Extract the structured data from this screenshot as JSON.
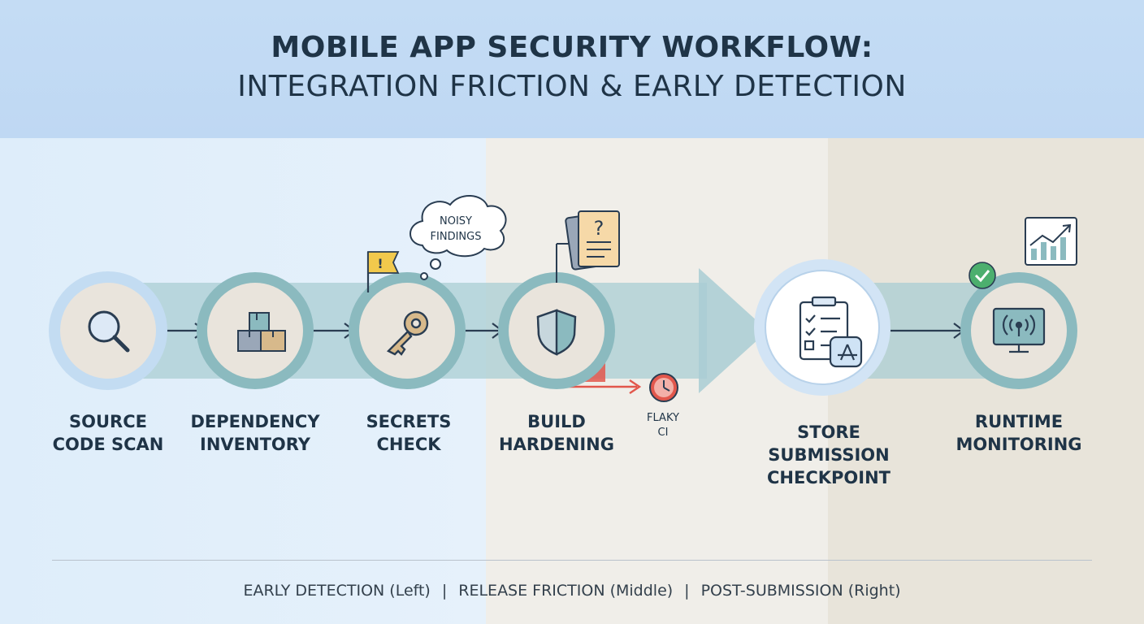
{
  "header": {
    "title_line1": "MOBILE APP SECURITY WORKFLOW:",
    "title_line2": "INTEGRATION FRICTION & EARLY DETECTION"
  },
  "steps": [
    {
      "id": "source",
      "label_line1": "SOURCE",
      "label_line2": "CODE SCAN",
      "label_line3": "",
      "icon": "magnifier-icon"
    },
    {
      "id": "dependency",
      "label_line1": "DEPENDENCY",
      "label_line2": "INVENTORY",
      "label_line3": "",
      "icon": "boxes-icon"
    },
    {
      "id": "secrets",
      "label_line1": "SECRETS",
      "label_line2": "CHECK",
      "label_line3": "",
      "icon": "key-icon"
    },
    {
      "id": "build",
      "label_line1": "BUILD",
      "label_line2": "HARDENING",
      "label_line3": "",
      "icon": "shield-icon"
    },
    {
      "id": "store",
      "label_line1": "STORE",
      "label_line2": "SUBMISSION",
      "label_line3": "CHECKPOINT",
      "icon": "checklist-app-store-icon"
    },
    {
      "id": "runtime",
      "label_line1": "RUNTIME",
      "label_line2": "MONITORING",
      "label_line3": "",
      "icon": "monitor-signal-icon"
    }
  ],
  "annotations": {
    "noisy_line1": "NOISY",
    "noisy_line2": "FINDINGS",
    "flag_mark": "!",
    "doc_mark": "?",
    "flaky_line1": "FLAKY",
    "flaky_line2": "CI"
  },
  "legend": {
    "early": "EARLY DETECTION (Left)",
    "release": "RELEASE FRICTION (Middle)",
    "post": "POST-SUBMISSION (Right)",
    "separator": "|"
  },
  "colors": {
    "band": "#a9cdd3",
    "ring": "#8bbabf",
    "node_fill": "#e9e4dc",
    "text_dark": "#1f3447",
    "flag_yellow": "#f2c94c",
    "alert_red": "#e2574c",
    "check_green": "#4caf6e"
  }
}
